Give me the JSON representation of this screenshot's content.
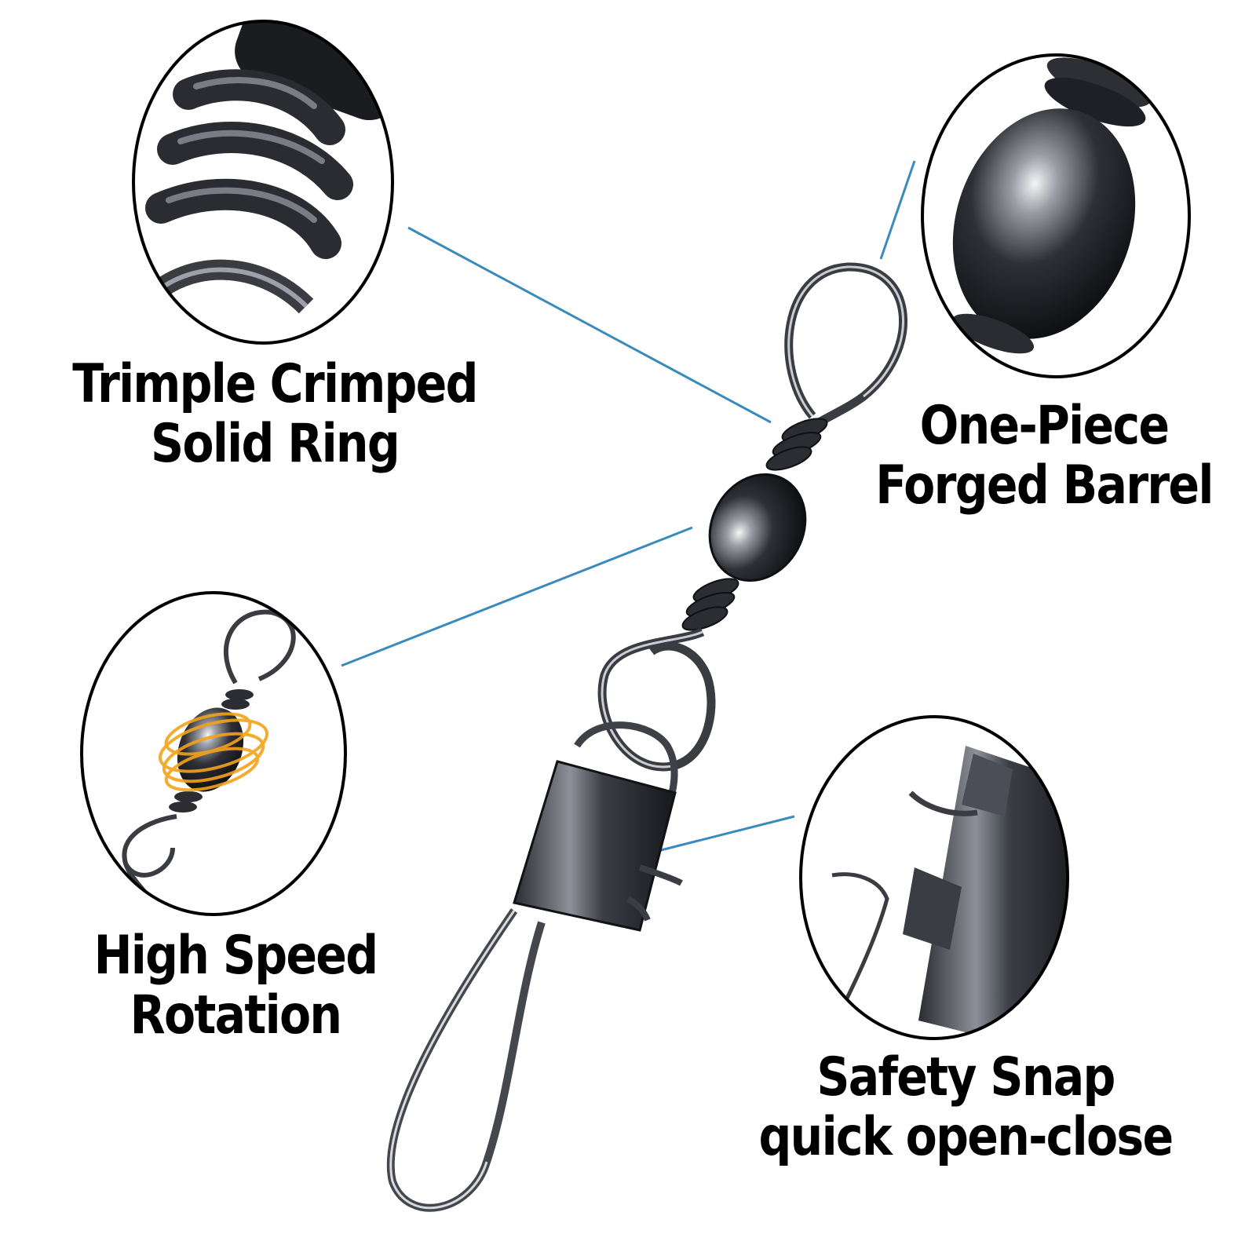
{
  "features": {
    "ring": {
      "line1": "Trimple Crimped",
      "line2": "Solid Ring"
    },
    "barrel": {
      "line1": "One-Piece",
      "line2": "Forged Barrel"
    },
    "rotation": {
      "line1": "High Speed",
      "line2": "Rotation"
    },
    "snap": {
      "line1": "Safety Snap",
      "line2": "quick open-close"
    }
  },
  "colors": {
    "leader_line": "#3a8bbd",
    "metal_dark": "#1f2024",
    "metal_mid": "#5b5e66",
    "metal_light": "#d7dae0",
    "rotation_glow": "#f2a21a"
  }
}
